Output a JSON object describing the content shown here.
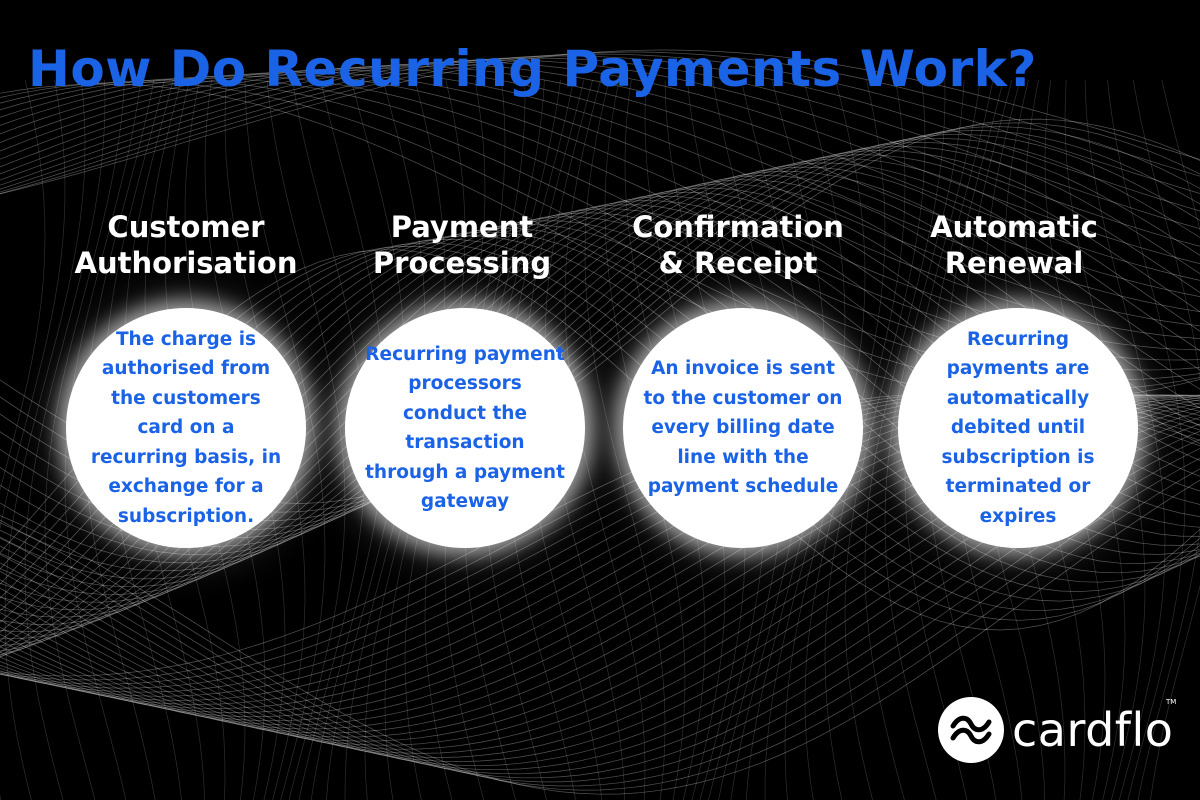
{
  "title": "How Do Recurring Payments Work?",
  "steps": [
    {
      "heading_line1": "Customer",
      "heading_line2": "Authorisation",
      "text": "The charge is authorised from the customers card on a recurring basis, in exchange for a subscription."
    },
    {
      "heading_line1": "Payment",
      "heading_line2": "Processing",
      "text": "Recurring payment processors conduct the transaction through a payment gateway"
    },
    {
      "heading_line1": "Confirmation",
      "heading_line2": "& Receipt",
      "text": "An invoice is sent to the customer on every billing date line with the payment schedule"
    },
    {
      "heading_line1": "Automatic",
      "heading_line2": "Renewal",
      "text": "Recurring payments are automatically debited until subscription is terminated or expires"
    }
  ],
  "brand": {
    "name": "cardflo",
    "tm": "TM",
    "icon": "cardflo-logo-icon"
  },
  "colors": {
    "accent": "#1a63e6",
    "background": "#000000",
    "circle": "#ffffff"
  }
}
